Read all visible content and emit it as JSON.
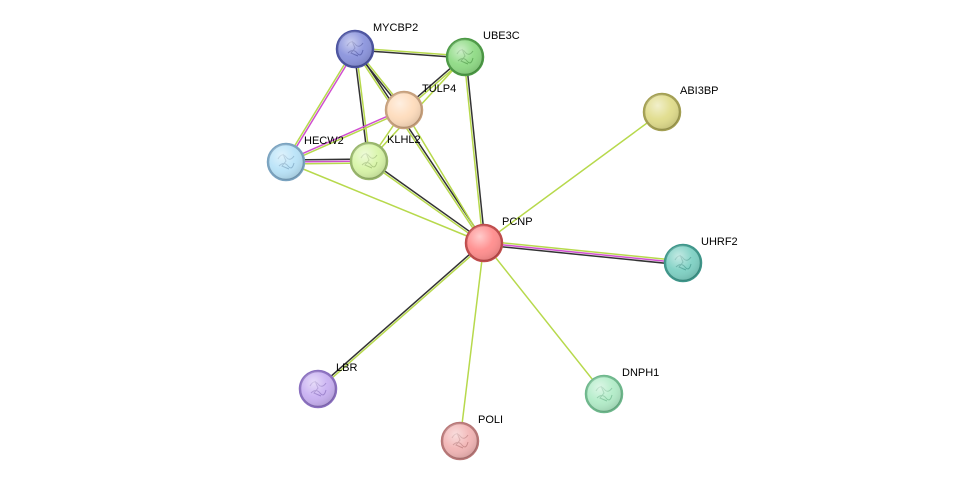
{
  "network": {
    "nodes": [
      {
        "id": "PCNP",
        "label": "PCNP",
        "color": "#ff8d8d",
        "border": "#c04b4b",
        "texture": false
      },
      {
        "id": "MYCBP2",
        "label": "MYCBP2",
        "color": "#8b94dd",
        "border": "#4b53a0",
        "texture": true
      },
      {
        "id": "UBE3C",
        "label": "UBE3C",
        "color": "#8fdb85",
        "border": "#4c9a45",
        "texture": true
      },
      {
        "id": "TULP4",
        "label": "TULP4",
        "color": "#fedcbc",
        "border": "#c7a07c",
        "texture": false
      },
      {
        "id": "KLHL2",
        "label": "KLHL2",
        "color": "#d8f5a8",
        "border": "#97b56a",
        "texture": true
      },
      {
        "id": "HECW2",
        "label": "HECW2",
        "color": "#b9e3f8",
        "border": "#7aa3c0",
        "texture": true
      },
      {
        "id": "ABI3BP",
        "label": "ABI3BP",
        "color": "#e0dc8b",
        "border": "#a39f52",
        "texture": false
      },
      {
        "id": "UHRF2",
        "label": "UHRF2",
        "color": "#7fd1c4",
        "border": "#3e968a",
        "texture": true
      },
      {
        "id": "DNPH1",
        "label": "DNPH1",
        "color": "#b2ecc8",
        "border": "#6eb88c",
        "texture": true
      },
      {
        "id": "POLI",
        "label": "POLI",
        "color": "#f2b5b5",
        "border": "#b87777",
        "texture": true
      },
      {
        "id": "LBR",
        "label": "LBR",
        "color": "#c9b1f2",
        "border": "#8a6fbf",
        "texture": true
      }
    ],
    "edges": [
      {
        "source": "PCNP",
        "target": "MYCBP2",
        "colors": [
          "#b7d94c",
          "#333333"
        ]
      },
      {
        "source": "PCNP",
        "target": "UBE3C",
        "colors": [
          "#b7d94c",
          "#333333"
        ]
      },
      {
        "source": "PCNP",
        "target": "TULP4",
        "colors": [
          "#b7d94c"
        ]
      },
      {
        "source": "PCNP",
        "target": "KLHL2",
        "colors": [
          "#b7d94c",
          "#333333"
        ]
      },
      {
        "source": "PCNP",
        "target": "HECW2",
        "colors": [
          "#b7d94c"
        ]
      },
      {
        "source": "PCNP",
        "target": "ABI3BP",
        "colors": [
          "#b7d94c"
        ]
      },
      {
        "source": "PCNP",
        "target": "UHRF2",
        "colors": [
          "#b7d94c",
          "#d04fd0",
          "#333333"
        ]
      },
      {
        "source": "PCNP",
        "target": "DNPH1",
        "colors": [
          "#b7d94c"
        ]
      },
      {
        "source": "PCNP",
        "target": "POLI",
        "colors": [
          "#b7d94c"
        ]
      },
      {
        "source": "PCNP",
        "target": "LBR",
        "colors": [
          "#b7d94c",
          "#333333"
        ]
      },
      {
        "source": "MYCBP2",
        "target": "UBE3C",
        "colors": [
          "#b7d94c",
          "#333333"
        ]
      },
      {
        "source": "MYCBP2",
        "target": "TULP4",
        "colors": [
          "#b7d94c",
          "#333333"
        ]
      },
      {
        "source": "MYCBP2",
        "target": "KLHL2",
        "colors": [
          "#b7d94c",
          "#333333"
        ]
      },
      {
        "source": "MYCBP2",
        "target": "HECW2",
        "colors": [
          "#d04fd0",
          "#b7d94c"
        ]
      },
      {
        "source": "UBE3C",
        "target": "TULP4",
        "colors": [
          "#b7d94c",
          "#333333"
        ]
      },
      {
        "source": "UBE3C",
        "target": "KLHL2",
        "colors": [
          "#b7d94c"
        ]
      },
      {
        "source": "TULP4",
        "target": "KLHL2",
        "colors": [
          "#b7d94c"
        ]
      },
      {
        "source": "TULP4",
        "target": "HECW2",
        "colors": [
          "#b7d94c",
          "#d04fd0"
        ]
      },
      {
        "source": "KLHL2",
        "target": "HECW2",
        "colors": [
          "#b7d94c",
          "#d04fd0",
          "#333333"
        ]
      }
    ]
  }
}
